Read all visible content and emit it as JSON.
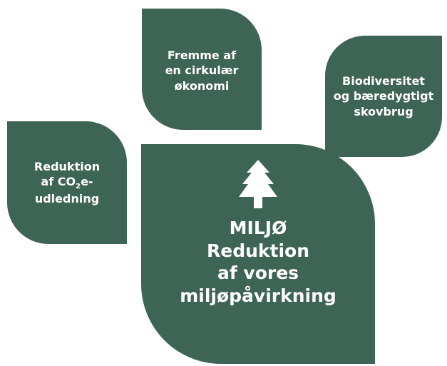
{
  "colors": {
    "leaf": "#3d6455",
    "text": "#ffffff",
    "background": "#ffffff"
  },
  "leaves": {
    "circular": {
      "label": "Fremme af\nen cirkulær\nøkonomi"
    },
    "biodiversity": {
      "label": "Biodiversitet\nog bæredygtigt\nskovbrug"
    },
    "co2": {
      "line1": "Reduktion",
      "line2_prefix": "af CO",
      "line2_subscript": "2",
      "line2_suffix": "e-",
      "line3": "udledning"
    },
    "main": {
      "icon": "tree-icon",
      "label": "MILJØ\nReduktion\naf vores\nmiljøpåvirkning"
    }
  }
}
